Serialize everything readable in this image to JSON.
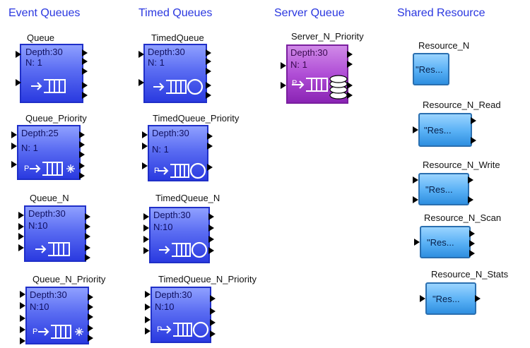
{
  "headers": {
    "event": "Event Queues",
    "timed": "Timed Queues",
    "server": "Server Queue",
    "shared": "Shared Resource"
  },
  "event_blocks": [
    {
      "title": "Queue",
      "depth": "Depth:30",
      "n": "N: 1",
      "p": ""
    },
    {
      "title": "Queue_Priority",
      "depth": "Depth:25",
      "n": "N: 1",
      "p": "P"
    },
    {
      "title": "Queue_N",
      "depth": "Depth:30",
      "n": "N:10",
      "p": ""
    },
    {
      "title": "Queue_N_Priority",
      "depth": "Depth:30",
      "n": "N:10",
      "p": "P"
    }
  ],
  "timed_blocks": [
    {
      "title": "TimedQueue",
      "depth": "Depth:30",
      "n": "N: 1",
      "p": ""
    },
    {
      "title": "TimedQueue_Priority",
      "depth": "Depth:30",
      "n": "N: 1",
      "p": "P"
    },
    {
      "title": "TimedQueue_N",
      "depth": "Depth:30",
      "n": "N:10",
      "p": ""
    },
    {
      "title": "TimedQueue_N_Priority",
      "depth": "Depth:30",
      "n": "N:10",
      "p": "P"
    }
  ],
  "server_block": {
    "title": "Server_N_Priority",
    "depth": "Depth:30",
    "n": "N: 1",
    "p": "P"
  },
  "resources": [
    {
      "title": "Resource_N",
      "text": "\"Res..."
    },
    {
      "title": "Resource_N_Read",
      "text": "\"Res..."
    },
    {
      "title": "Resource_N_Write",
      "text": "\"Res..."
    },
    {
      "title": "Resource_N_Scan",
      "text": "\"Res..."
    },
    {
      "title": "Resource_N_Stats",
      "text": "\"Res..."
    }
  ],
  "colors": {
    "header": "#2a37e0",
    "queue_block": "#3a4be8",
    "server_block": "#a63ccd",
    "resource_block": "#4aa6f0"
  }
}
